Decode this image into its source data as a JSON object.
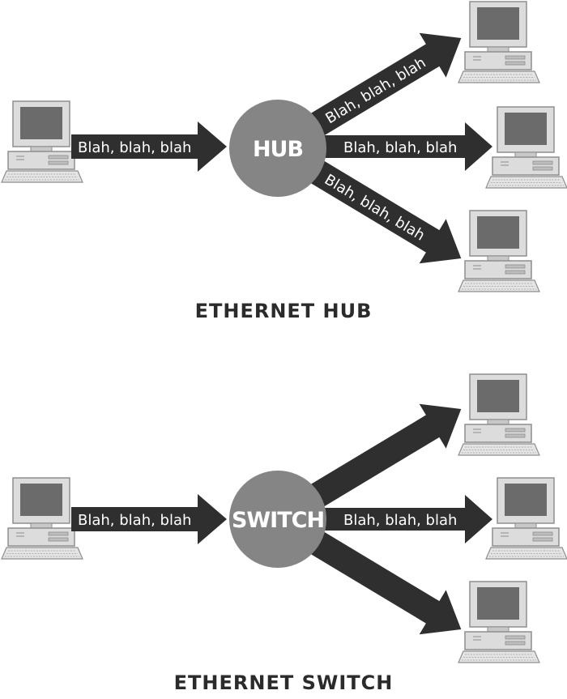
{
  "colors": {
    "arrow": "#2f2f2f",
    "node": "#858585",
    "pc_body": "#dcdcdc",
    "pc_edge": "#8e8e8e",
    "screen": "#6b6b6b"
  },
  "icons": {
    "computer": "computer-icon"
  },
  "hub_diagram": {
    "node_label": "HUB",
    "caption": "ETHERNET HUB",
    "input_arrow_label": "Blah, blah, blah",
    "output_arrow_labels": [
      "Blah, blah, blah",
      "Blah, blah, blah",
      "Blah, blah, blah"
    ]
  },
  "switch_diagram": {
    "node_label": "SWITCH",
    "caption": "ETHERNET SWITCH",
    "input_arrow_label": "Blah, blah, blah",
    "output_arrow_labels": [
      "",
      "Blah, blah, blah",
      ""
    ]
  }
}
